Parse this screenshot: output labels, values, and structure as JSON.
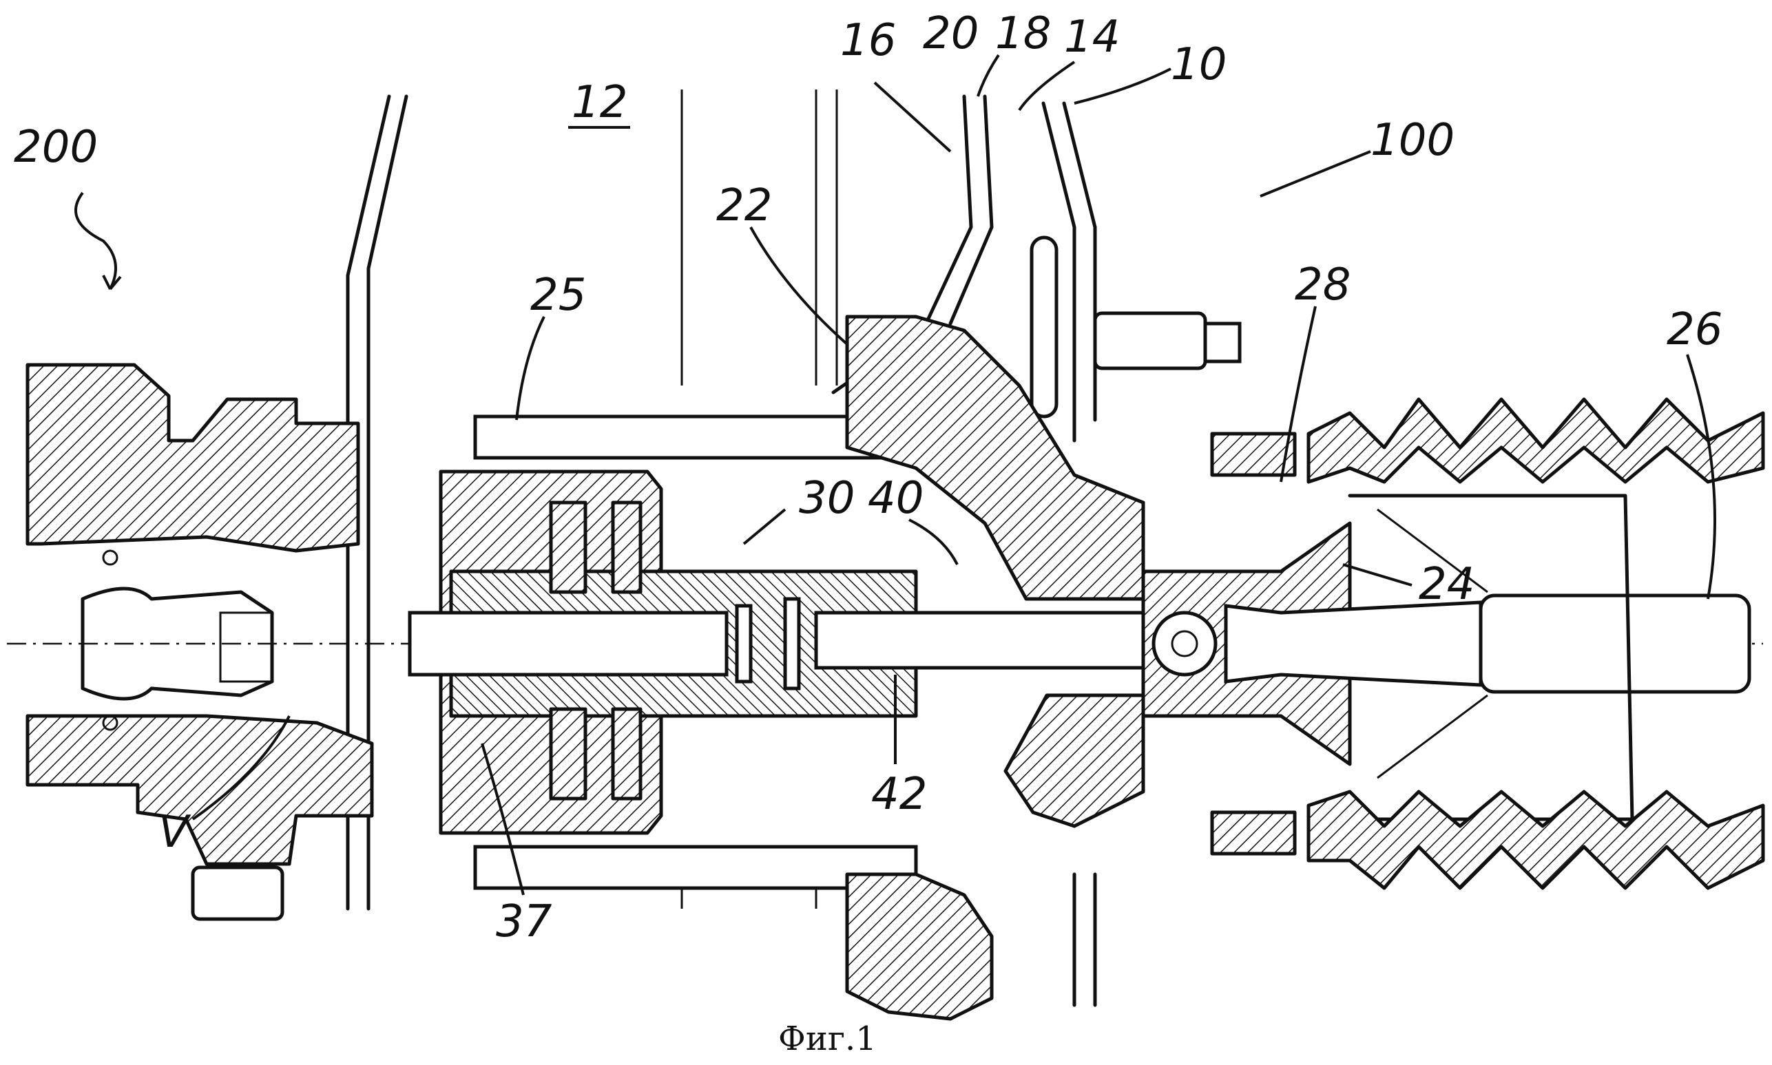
{
  "figure": {
    "caption": "Фиг.1",
    "labels": [
      {
        "id": "200",
        "text": "200"
      },
      {
        "id": "12",
        "text": "12"
      },
      {
        "id": "16",
        "text": "16"
      },
      {
        "id": "20",
        "text": "20"
      },
      {
        "id": "18",
        "text": "18"
      },
      {
        "id": "14",
        "text": "14"
      },
      {
        "id": "10",
        "text": "10"
      },
      {
        "id": "100",
        "text": "100"
      },
      {
        "id": "22",
        "text": "22"
      },
      {
        "id": "25",
        "text": "25"
      },
      {
        "id": "28",
        "text": "28"
      },
      {
        "id": "26",
        "text": "26"
      },
      {
        "id": "30",
        "text": "30"
      },
      {
        "id": "40",
        "text": "40"
      },
      {
        "id": "24",
        "text": "24"
      },
      {
        "id": "42",
        "text": "42"
      },
      {
        "id": "V",
        "text": "V"
      },
      {
        "id": "37",
        "text": "37"
      }
    ]
  }
}
